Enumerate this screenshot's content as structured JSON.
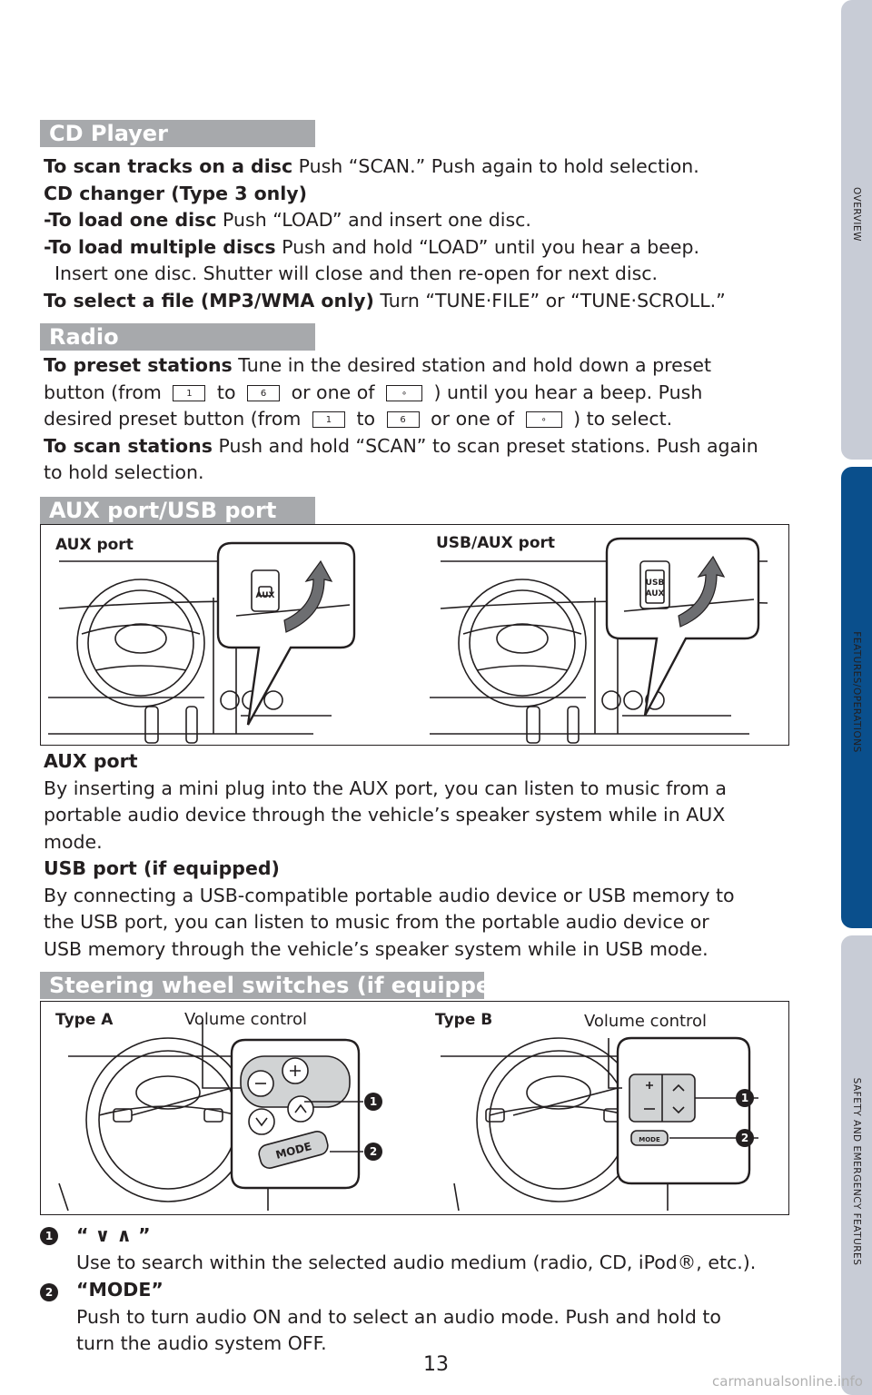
{
  "tabs": {
    "overview": "OVERVIEW",
    "features": "FEATURES/OPERATIONS",
    "safety": "SAFETY AND EMERGENCY FEATURES"
  },
  "cd_player": {
    "heading": "CD Player",
    "scan_label": "To scan tracks on a disc",
    "scan_text": " Push “SCAN.” Push again to hold selection.",
    "changer_label": "CD changer (Type 3 only)",
    "load_one_label": "-To load one disc",
    "load_one_text": " Push “LOAD” and insert one disc.",
    "load_multi_label": "-To load multiple discs",
    "load_multi_text": " Push and hold “LOAD” until you hear a beep.",
    "load_multi_text2": "Insert one disc. Shutter will close and then re-open for next disc.",
    "select_label": "To select a file (MP3/WMA only)",
    "select_text": " Turn “TUNE·FILE” or “TUNE·SCROLL.”"
  },
  "radio": {
    "heading": "Radio",
    "preset_label": "To preset stations",
    "preset_text_a": " Tune in the desired station and hold down a preset",
    "preset_text_b1": "button (from",
    "to": "to",
    "or_one_of": "or one of",
    "preset_text_b2": ") until you hear a beep. Push",
    "preset_text_c1": "desired preset button (from",
    "preset_text_c2": ") to select.",
    "key1": "1",
    "key6": "6",
    "keydot": "∘",
    "scan_label": "To scan stations",
    "scan_text_a": " Push and hold “SCAN” to scan preset stations. Push again",
    "scan_text_b": "to hold selection."
  },
  "aux_usb": {
    "heading": "AUX port/USB port",
    "fig_label_left": "AUX port",
    "fig_label_right": "USB/AUX port",
    "aux_plate": "AUX",
    "usb_plate_1": "USB",
    "usb_plate_2": "AUX",
    "aux_title": "AUX port",
    "aux_text_1": "By inserting a mini plug into the AUX port, you can listen to music from a",
    "aux_text_2": "portable audio device through the vehicle’s speaker system while in AUX",
    "aux_text_3": "mode.",
    "usb_title": "USB port (if equipped)",
    "usb_text_1": "By connecting a USB-compatible portable audio device or USB memory to",
    "usb_text_2": "the USB port, you can listen to music from the portable audio device or",
    "usb_text_3": "USB memory through the vehicle’s speaker system while in USB mode."
  },
  "steering": {
    "heading": "Steering wheel switches (if equipped)",
    "type_a": "Type A",
    "type_b": "Type B",
    "volume_a": "Volume control",
    "volume_b": "Volume control",
    "mode_btn": "MODE",
    "callout_1": "1",
    "callout_2": "2",
    "item1_title": "“ ∨ ∧ ”",
    "item1_text": "Use to search within the selected audio medium (radio, CD, iPod®, etc.).",
    "item2_title": "“MODE”",
    "item2_text_1": "Push to turn audio ON and to select an audio mode. Push and hold to",
    "item2_text_2": "turn the audio system OFF."
  },
  "page_number": "13",
  "watermark": "carmanualsonline.info",
  "colors": {
    "section_bar": "#a7a9ac",
    "tab_inactive": "#c8ccd6",
    "tab_active": "#0a4f8c",
    "ink": "#231f20"
  }
}
